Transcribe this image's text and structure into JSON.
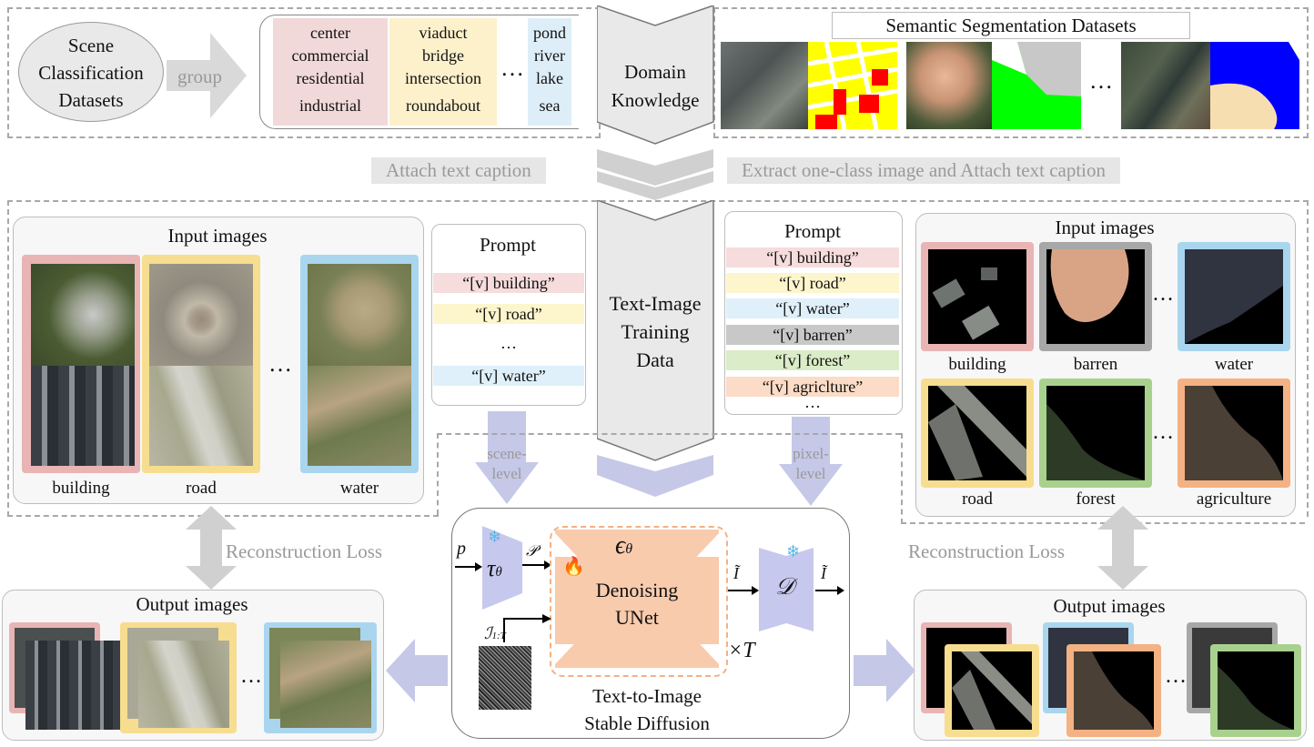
{
  "top": {
    "scene_ellipse": [
      "Scene",
      "Classification",
      "Datasets"
    ],
    "group_label": "group",
    "groups": [
      {
        "items": [
          "center",
          "commercial",
          "residential",
          "industrial"
        ],
        "color": "#f2d9d9"
      },
      {
        "items": [
          "viaduct",
          "bridge",
          "intersection",
          "roundabout"
        ],
        "color": "#fdf1cc"
      },
      {
        "items": [
          "pond",
          "river",
          "lake",
          "sea"
        ],
        "color": "#ddeef8"
      }
    ],
    "ellipsis": "…",
    "domain_knowledge": [
      "Domain",
      "Knowledge"
    ],
    "seg_title": "Semantic Segmentation Datasets"
  },
  "attach_left": "Attach text caption",
  "attach_right": "Extract one-class image and Attach text caption",
  "center_text": [
    "Text-Image",
    "Training",
    "Data"
  ],
  "left": {
    "input_title": "Input images",
    "labels": [
      "building",
      "road",
      "water"
    ],
    "ellipsis": "…",
    "prompt_title": "Prompt",
    "prompts": [
      {
        "text": "“[v] building”",
        "color": "#f6dcdc"
      },
      {
        "text": "“[v] road”",
        "color": "#fdf5cc"
      },
      {
        "text": "…",
        "color": "#ffffff"
      },
      {
        "text": "“[v] water”",
        "color": "#dff0fa"
      }
    ],
    "level": [
      "scene-",
      "level"
    ],
    "loss": "Reconstruction Loss",
    "output_title": "Output images"
  },
  "right": {
    "prompt_title": "Prompt",
    "prompts": [
      {
        "text": "“[v] building”",
        "color": "#f6dcdc"
      },
      {
        "text": "“[v] road”",
        "color": "#fdf5cc"
      },
      {
        "text": "“[v] water”",
        "color": "#dff0fa"
      },
      {
        "text": "“[v] barren”",
        "color": "#c8c8c8"
      },
      {
        "text": "“[v] forest”",
        "color": "#dbecc8"
      },
      {
        "text": "“[v] agriclture”",
        "color": "#fcdcc6"
      }
    ],
    "prompt_more": "…",
    "level": [
      "pixel-",
      "level"
    ],
    "input_title": "Input images",
    "labels_top": [
      "building",
      "barren",
      "water"
    ],
    "labels_bottom": [
      "road",
      "forest",
      "agriculture"
    ],
    "ellipsis": "…",
    "loss": "Reconstruction Loss",
    "output_title": "Output images"
  },
  "diffusion": {
    "p": "p",
    "tau": "τ",
    "tau_sub": "θ",
    "P": "𝒫",
    "eps": "ϵ",
    "eps_sub": "θ",
    "unet": [
      "Denoising",
      "UNet"
    ],
    "I_tilde": "Ĩ",
    "D": "𝒟",
    "I_out": "Ĩ",
    "I_noise": "ℐ",
    "I_noise_sub": "1:T",
    "times": "×T",
    "caption": [
      "Text-to-Image",
      "Stable Diffusion"
    ]
  },
  "colors": {
    "red_frame": "#e9b4b4",
    "yellow_frame": "#f7dd8f",
    "blue_frame": "#a9d6ee",
    "gray_frame": "#a7a7a7",
    "green_frame": "#a9d18e",
    "orange_frame": "#f4b183",
    "unet_fill": "#f8cbad",
    "encoder_fill": "#c6c8ee"
  }
}
